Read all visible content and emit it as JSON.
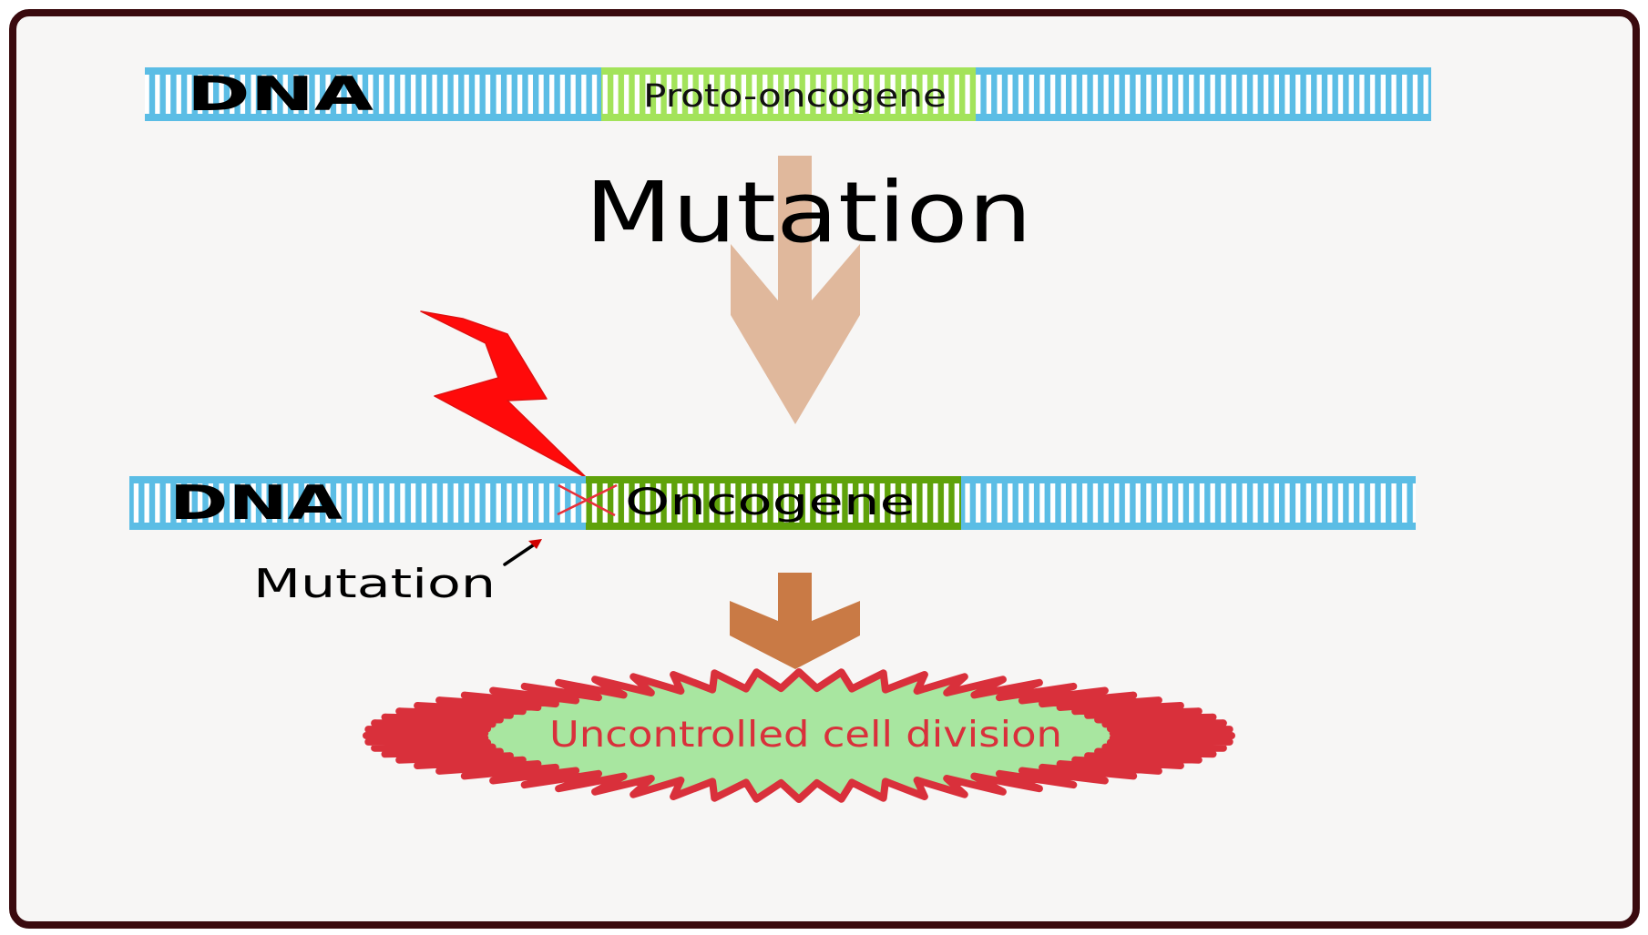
{
  "diagram": {
    "title": "Mutation",
    "proto_strand": {
      "label": "DNA",
      "gene_label": "Proto-oncogene"
    },
    "mutated_strand": {
      "label": "DNA",
      "gene_label": "Oncogene",
      "mutation_callout": "Mutation"
    },
    "outcome": "Uncontrolled cell division",
    "colors": {
      "frame_border": "#3a0a0e",
      "background": "#f7f6f5",
      "dna_blue": "#5bbde5",
      "proto_gene_green": "#a3e35a",
      "oncogene_green": "#5fa20a",
      "mutation_arrow": "#e0b89c",
      "result_arrow": "#c97a45",
      "lightning_red": "#ff0a0a",
      "burst_red": "#d9303b",
      "burst_fill": "#a8e6a0"
    },
    "icons": {
      "lightning": "lightning-bolt-icon",
      "cross": "cross-mark-icon",
      "pointer": "arrow-up-right-icon"
    }
  }
}
